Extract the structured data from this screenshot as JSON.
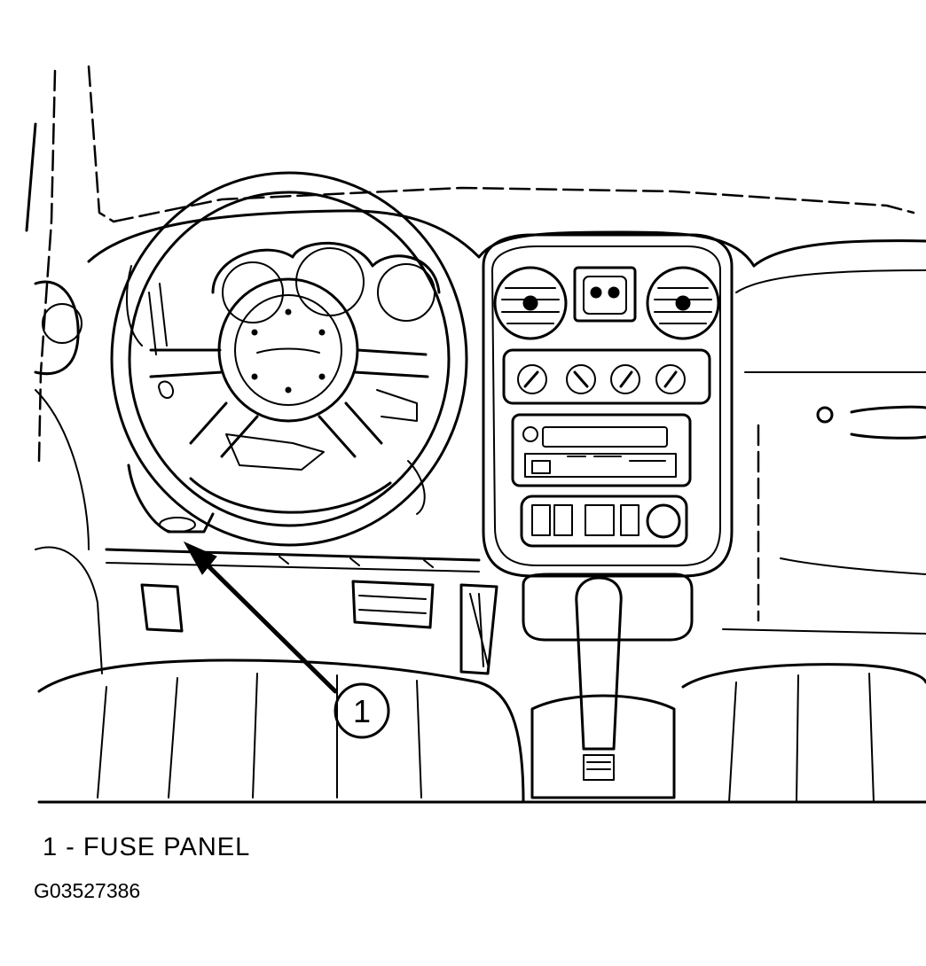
{
  "callouts": [
    {
      "number": "1",
      "label": "FUSE PANEL"
    }
  ],
  "legend": {
    "line": "1 - FUSE PANEL"
  },
  "figure_id": "G03527386"
}
